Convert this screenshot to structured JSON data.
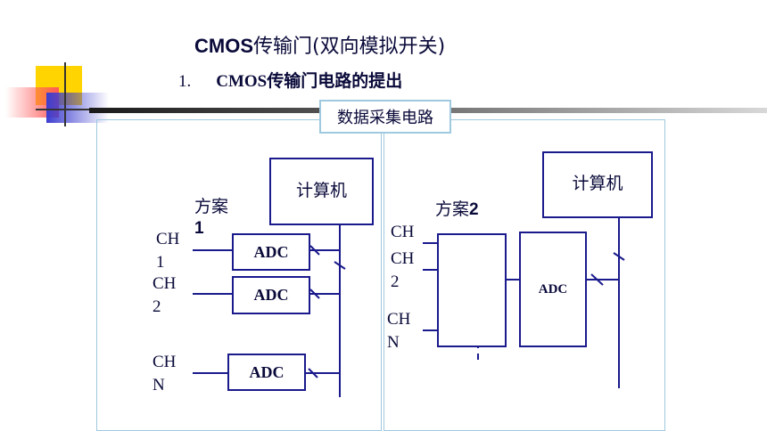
{
  "slide": {
    "title": "CMOS传输门(双向模拟开关)",
    "title_latin": "CMOS",
    "title_rest": "传输门(双向模拟开关)",
    "subtitle_number": "1.",
    "subtitle_latin": "CMOS",
    "subtitle_rest": "传输门电路的提出"
  },
  "diagram": {
    "caption": "数据采集电路",
    "left": {
      "scheme_label": "方案",
      "scheme_number": "1",
      "computer_label": "计算机",
      "adc_labels": [
        "ADC",
        "ADC",
        "ADC"
      ],
      "channel_labels": [
        "CH\n1",
        "CH\n2",
        "CH\nN"
      ]
    },
    "right": {
      "scheme_label": "方案",
      "scheme_number": "2",
      "computer_label": "计算机",
      "adc_label": "ADC",
      "channel_labels": [
        "CH",
        "CH\n2",
        "CH\nN"
      ]
    }
  },
  "colors": {
    "wire": "#1a1a8c",
    "panel_border": "#9fc9df",
    "deco_yellow": "#ffd400",
    "deco_red": "#ff4b4b",
    "deco_blue": "#4a4ad6"
  }
}
